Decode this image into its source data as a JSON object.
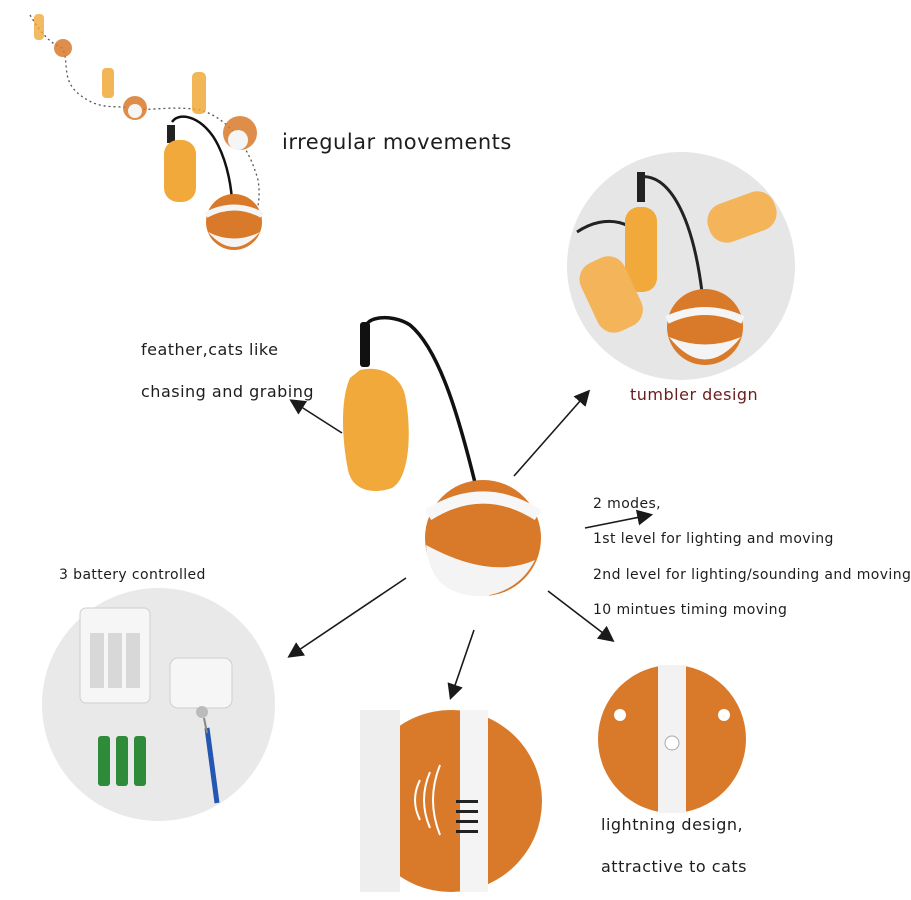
{
  "labels": {
    "irregular": "irregular movements",
    "feather_line1": "feather,cats like",
    "feather_line2": "chasing and grabing",
    "tumbler": "tumbler design",
    "modes_title": "2 modes,",
    "mode1": "1st level for lighting and moving",
    "mode2": "2nd level for lighting/sounding and moving",
    "timing": "10 mintues timing moving",
    "battery": "3 battery controlled",
    "lightning1": "lightning design,",
    "lightning2": "attractive to cats"
  },
  "colors": {
    "orange": "#d9792a",
    "feather": "#f0a93a",
    "white": "#f4f4f4",
    "arrow": "#1a1a1a",
    "circle_bg": "#e9e9e9",
    "battery_green": "#2e8b3a"
  }
}
